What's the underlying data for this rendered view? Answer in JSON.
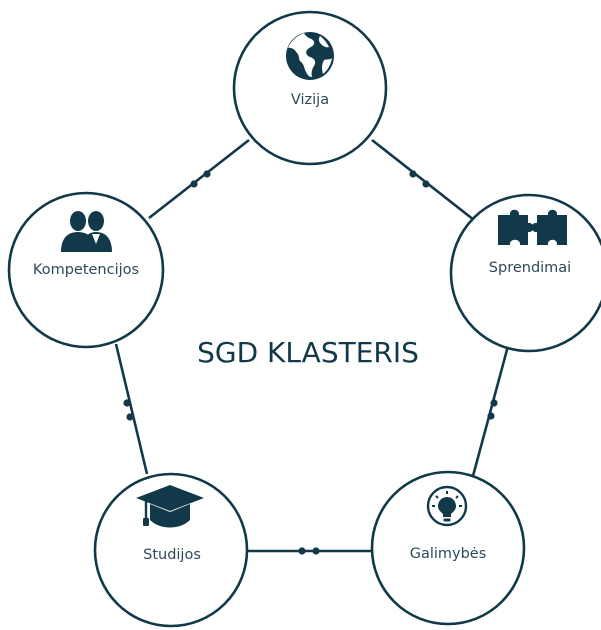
{
  "center": {
    "title": "SGD KLASTERIS"
  },
  "nodes": [
    {
      "id": "vizija",
      "label": "Vizija",
      "icon": "globe-icon"
    },
    {
      "id": "sprendimai",
      "label": "Sprendimai",
      "icon": "puzzle-icon"
    },
    {
      "id": "galimybes",
      "label": "Galimybės",
      "icon": "lightbulb-icon"
    },
    {
      "id": "studijos",
      "label": "Studijos",
      "icon": "graduation-cap-icon"
    },
    {
      "id": "kompetencijos",
      "label": "Kompetencijos",
      "icon": "people-icon"
    }
  ],
  "colors": {
    "primary": "#12394a",
    "label": "#2d4a58",
    "background": "#ffffff"
  }
}
